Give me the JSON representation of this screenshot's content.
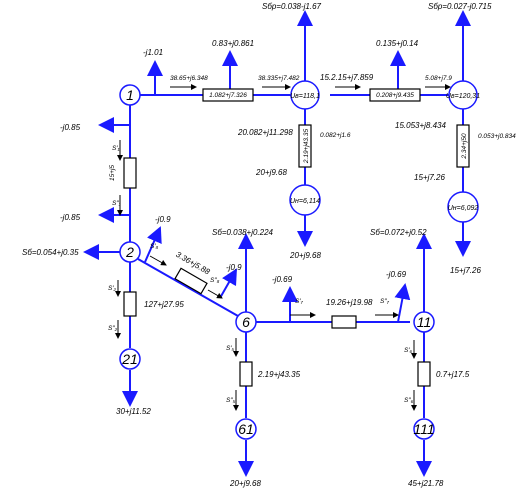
{
  "nodes": {
    "n1": "1",
    "n2": "2",
    "n6": "6",
    "n11": "11",
    "n21": "21",
    "n61": "61",
    "n111": "111",
    "t1_hi": "Uв=118,1",
    "t1_lo": "Uн=6,114",
    "t2_hi": "Uв=120,31",
    "t2_lo": "Uн=6,092"
  },
  "loads": {
    "node1_q": "-j1.01",
    "branch1_a": "0.83+j0.861",
    "sbp1": "Sбр=0.038-j1.67",
    "branch2_a": "0.135+j0.14",
    "sbp2": "Sбр=0.027-j0.715",
    "left_q_top": "-j0.85",
    "left_q_bot": "-j0.85",
    "sb2": "Sб=0.054+j0.35",
    "sb6": "Sб=0.038+j0.224",
    "sb11": "Sб=0.072+j0.52",
    "q_2_6": "-j0.9",
    "q_6_near": "-j0.9",
    "q_6_11": "-j0.69",
    "q_11": "-j0.69",
    "load21": "30+j11.52",
    "load61": "20+j9.68",
    "load111": "45+j21.78",
    "t1_load": "20+j9.68",
    "t2_load": "15+j7.26",
    "t2_load_b": "15+j7.26"
  },
  "flows": {
    "f_1_t1": "38.65+j6.348",
    "f_1_t1b": "38.335+j7.482",
    "f_t1_t2": "15.2.15+j7.859",
    "f_t1_t2b": "5.08+j7.9",
    "f_t1_down": "20.082+j11.298",
    "f_t1_loss": "0.082+j1.6",
    "f_t2_down": "15.053+j8.434",
    "f_t2_loss": "0.053+j0.834",
    "f_6_11": "19.26+j19.98"
  },
  "impedances": {
    "z_1_t1": "1.082+j7.326",
    "z_t1_t2": "0.208+j9.435",
    "z_t1": "2.19+j43.35",
    "z_t2": "2.34+j50",
    "z_1_2": "15+j5",
    "z_2_6": "3.36+j5.88",
    "z_2_21": "127+j27.95",
    "z_6_61": "2.19+j43.35",
    "z_11_111": "0.7+j17.5"
  },
  "powers": {
    "s1": "S′₁",
    "s2": "S″₁",
    "s3": "S′₂",
    "s4": "S″₂",
    "s5": "S′₅",
    "s6": "S″₅",
    "s7": "S′₆",
    "s8": "S″₆",
    "s9": "S′₇",
    "s10": "S″₇",
    "s11": "S′₈",
    "s12": "S″₈"
  }
}
